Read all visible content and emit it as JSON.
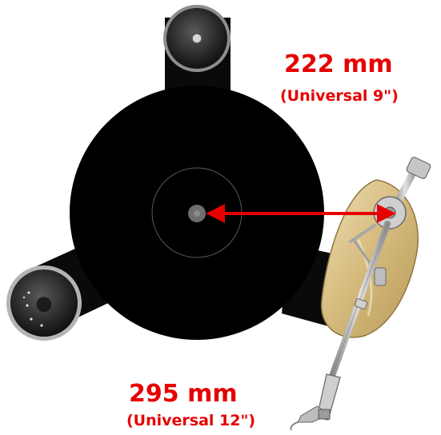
{
  "labels": {
    "short_arm": {
      "length": "222 mm",
      "type": "(Universal 9\")"
    },
    "long_arm": {
      "length": "295 mm",
      "type": "(Universal 12\")"
    }
  },
  "colors": {
    "label": "#e60000",
    "arrow": "#e60000",
    "platter": "#000000",
    "chassis": "#0a0a0a",
    "pod_bezel": "#9a9a9a",
    "tonearm_metal": "#b8b8b8",
    "arm_pod_gold": "#d8c088"
  },
  "icons": {
    "platter": "platter-disc",
    "spindle": "spindle-icon",
    "motor_pod_top": "motor-pod-icon",
    "motor_pod_left": "motor-pod-icon",
    "tonearm": "tonearm-icon",
    "headshell": "headshell-icon"
  }
}
